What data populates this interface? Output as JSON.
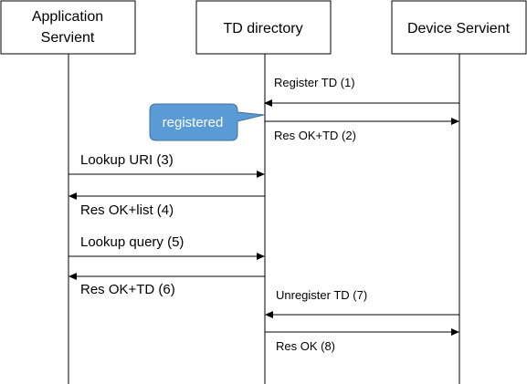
{
  "participants": {
    "app": {
      "line1": "Application",
      "line2": "Servient"
    },
    "td": {
      "label": "TD directory"
    },
    "device": {
      "label": "Device Servient"
    }
  },
  "messages": [
    {
      "label": "Register TD (1)",
      "from": "device",
      "to": "td"
    },
    {
      "label": "Res OK+TD (2)",
      "from": "td",
      "to": "device"
    },
    {
      "label": "Lookup URI (3)",
      "from": "app",
      "to": "td"
    },
    {
      "label": "Res OK+list (4)",
      "from": "td",
      "to": "app"
    },
    {
      "label": "Lookup query (5)",
      "from": "app",
      "to": "td"
    },
    {
      "label": "Res OK+TD (6)",
      "from": "td",
      "to": "app"
    },
    {
      "label": "Unregister TD (7)",
      "from": "device",
      "to": "td"
    },
    {
      "label": "Res OK (8)",
      "from": "td",
      "to": "device"
    }
  ],
  "callout": {
    "label": "registered"
  },
  "colors": {
    "callout_fill": "#5b9bd5",
    "callout_border": "#41719c",
    "callout_text": "#ffffff"
  }
}
